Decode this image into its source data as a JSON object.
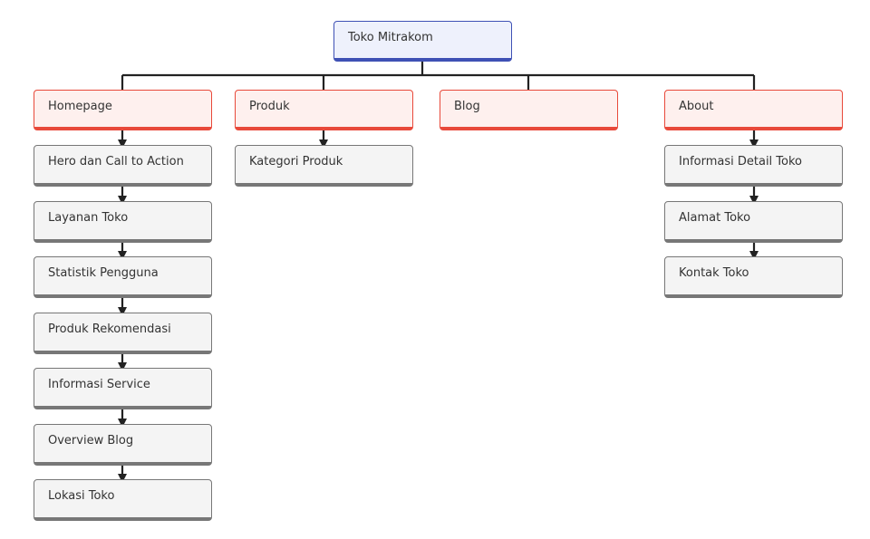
{
  "diagram": {
    "root": {
      "label": "Toko Mitrakom"
    },
    "sections": [
      {
        "label": "Homepage",
        "items": [
          "Hero dan Call to Action",
          "Layanan Toko",
          "Statistik Pengguna",
          "Produk Rekomendasi",
          "Informasi Service",
          "Overview Blog",
          "Lokasi Toko"
        ]
      },
      {
        "label": "Produk",
        "items": [
          "Kategori Produk"
        ]
      },
      {
        "label": "Blog",
        "items": []
      },
      {
        "label": "About",
        "items": [
          "Informasi Detail Toko",
          "Alamat Toko",
          "Kontak Toko"
        ]
      }
    ]
  },
  "colors": {
    "root_border": "#3f51b5",
    "root_fill": "#eef1fc",
    "section_border": "#e8493a",
    "section_fill": "#fef0ee",
    "item_border": "#777777",
    "item_fill": "#f4f4f4",
    "connector": "#222222"
  }
}
